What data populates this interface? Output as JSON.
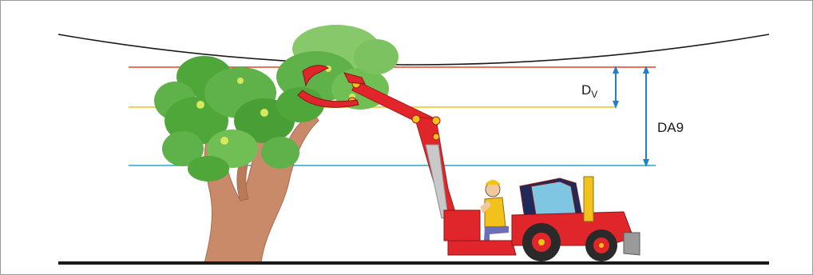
{
  "labels": {
    "dv_main": "D",
    "dv_sub": "V",
    "da9": "DA9"
  },
  "colors": {
    "top_line": "#e8412a",
    "middle_line": "#f1c21b",
    "bottom_line": "#2aa3c9",
    "arrow": "#1f7fc9",
    "ground": "#1a1a1a",
    "cable": "#1a1a1a",
    "foliage": "#5fb14a",
    "trunk": "#c98a6a",
    "machine": "#e0262a"
  }
}
